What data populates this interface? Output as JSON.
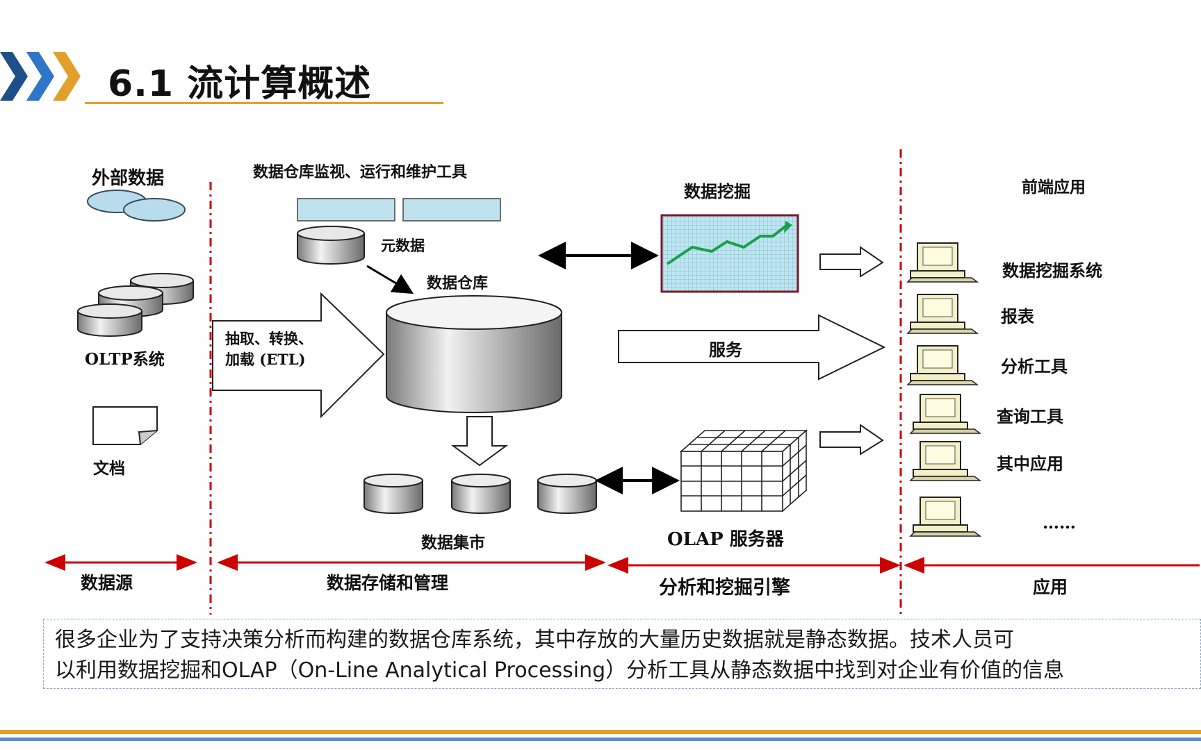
{
  "slide": {
    "title": "6.1 流计算概述",
    "colors": {
      "accent_orange": "#e2a02a",
      "accent_blue": "#2f76c8",
      "dark_blue": "#1f4f8a",
      "divider_red": "#cc0000"
    }
  },
  "diagram": {
    "sources": {
      "external_data": "外部数据",
      "oltp": "OLTP系统",
      "documents": "文档"
    },
    "storage": {
      "monitor_tools": "数据仓库监视、运行和维护工具",
      "metadata": "元数据",
      "warehouse": "数据仓库",
      "etl_line1": "抽取、转换、",
      "etl_line2": "加载 (ETL)",
      "data_marts": "数据集市"
    },
    "analysis": {
      "data_mining": "数据挖掘",
      "service": "服务",
      "olap_server": "OLAP 服务器"
    },
    "apps": {
      "title": "前端应用",
      "items": [
        "数据挖掘系统",
        "报表",
        "分析工具",
        "查询工具",
        "其中应用",
        "……"
      ]
    },
    "sections": [
      "数据源",
      "数据存储和管理",
      "分析和挖掘引擎",
      "应用"
    ]
  },
  "note": {
    "line1": "很多企业为了支持决策分析而构建的数据仓库系统，其中存放的大量历史数据就是静态数据。技术人员可",
    "line2": "以利用数据挖掘和OLAP（On-Line Analytical Processing）分析工具从静态数据中找到对企业有价值的信息"
  }
}
